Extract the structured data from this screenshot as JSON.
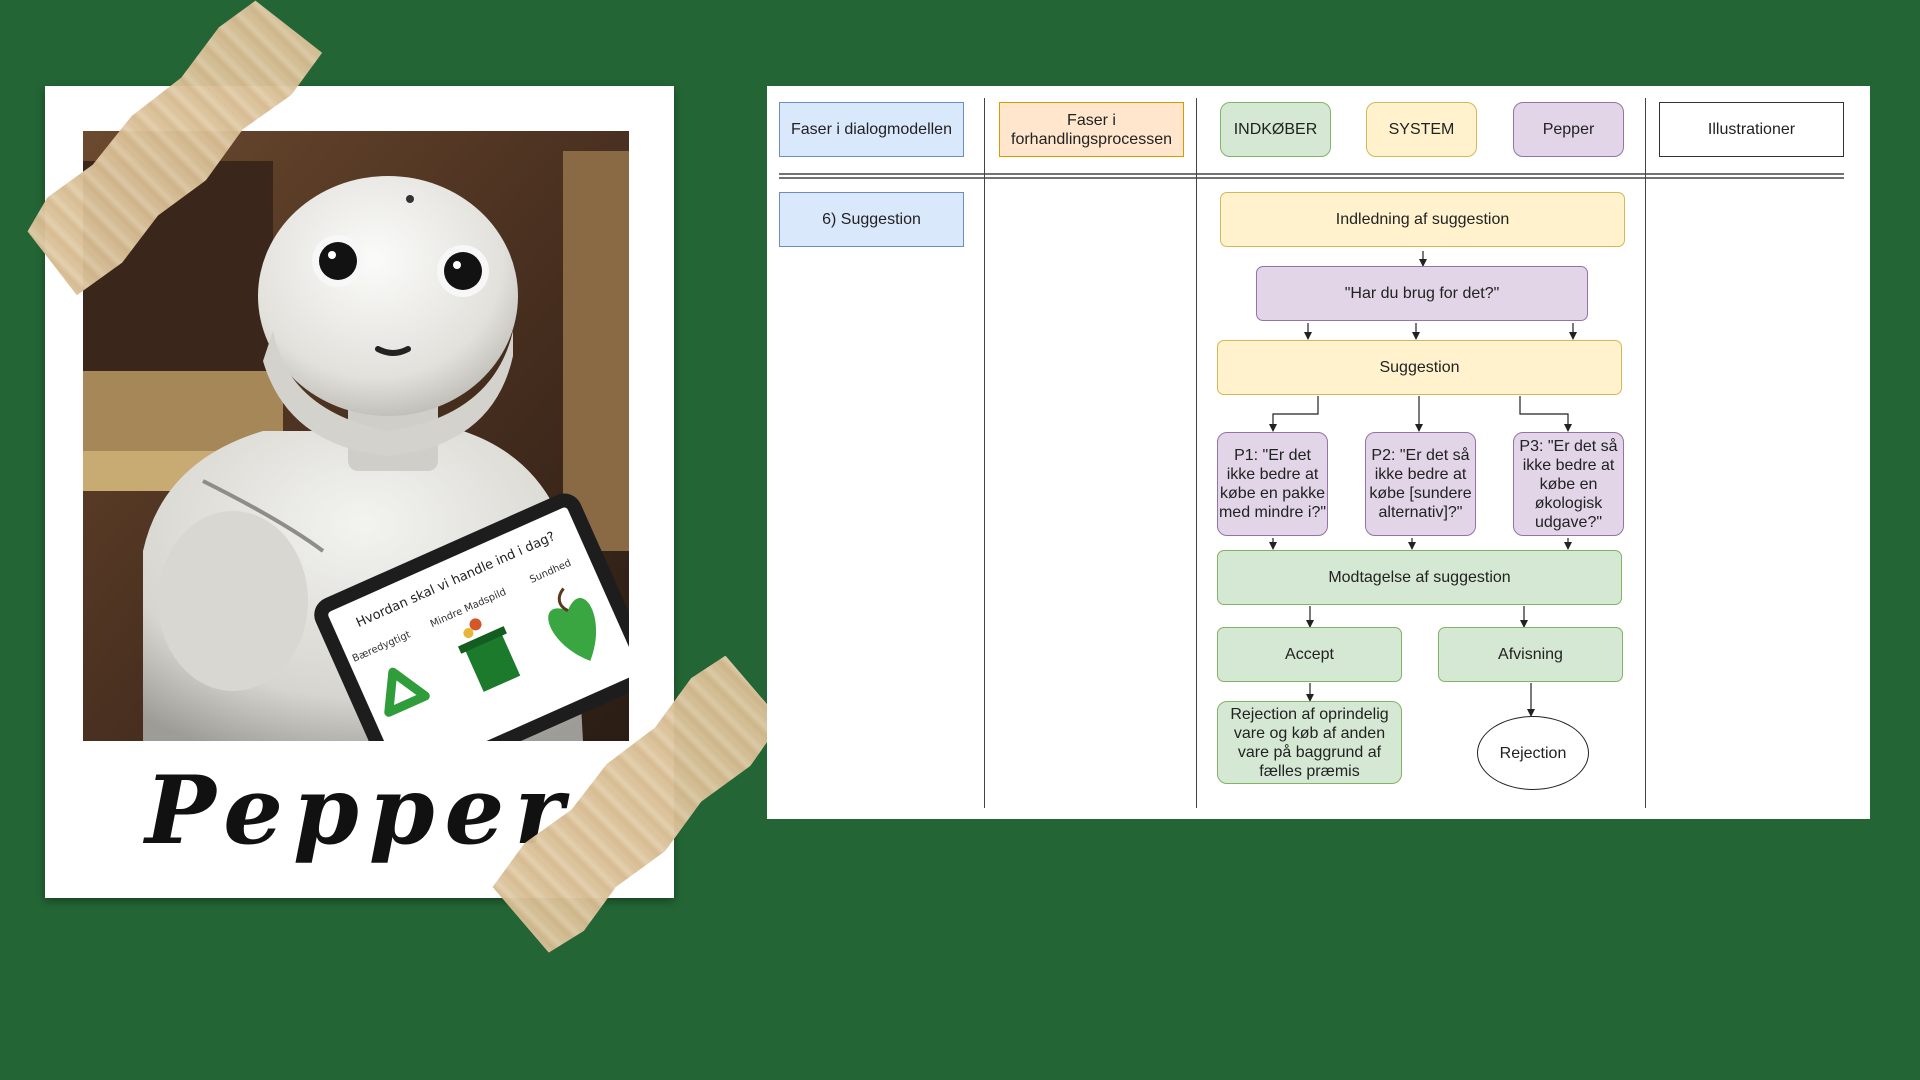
{
  "polaroid": {
    "caption": "Pepper",
    "tablet": {
      "question": "Hvordan skal vi handle ind i dag?",
      "options": [
        "Bæredygtigt",
        "Mindre Madspild",
        "Sundhed"
      ]
    }
  },
  "diagram": {
    "headers": {
      "phases_dialog": "Faser i dialogmodellen",
      "phases_negotiation": "Faser i forhandlingsprocessen",
      "buyer": "INDKØBER",
      "system": "SYSTEM",
      "pepper": "Pepper",
      "illustrations": "Illustrationer"
    },
    "phase": "6) Suggestion",
    "nodes": {
      "intro": "Indledning af suggestion",
      "question": "\"Har du brug for det?\"",
      "suggestion": "Suggestion",
      "p1": "P1: \"Er det ikke bedre at købe en pakke med mindre i?\"",
      "p2": "P2: \"Er det så ikke bedre at købe [sundere alternativ]?\"",
      "p3": "P3: \"Er det så ikke bedre at købe en økologisk udgave?\"",
      "reception": "Modtagelse af suggestion",
      "accept": "Accept",
      "rejection_choice": "Afvisning",
      "result": "Rejection af oprindelig vare og køb af anden vare på baggrund af fælles præmis",
      "rejection_end": "Rejection"
    }
  }
}
